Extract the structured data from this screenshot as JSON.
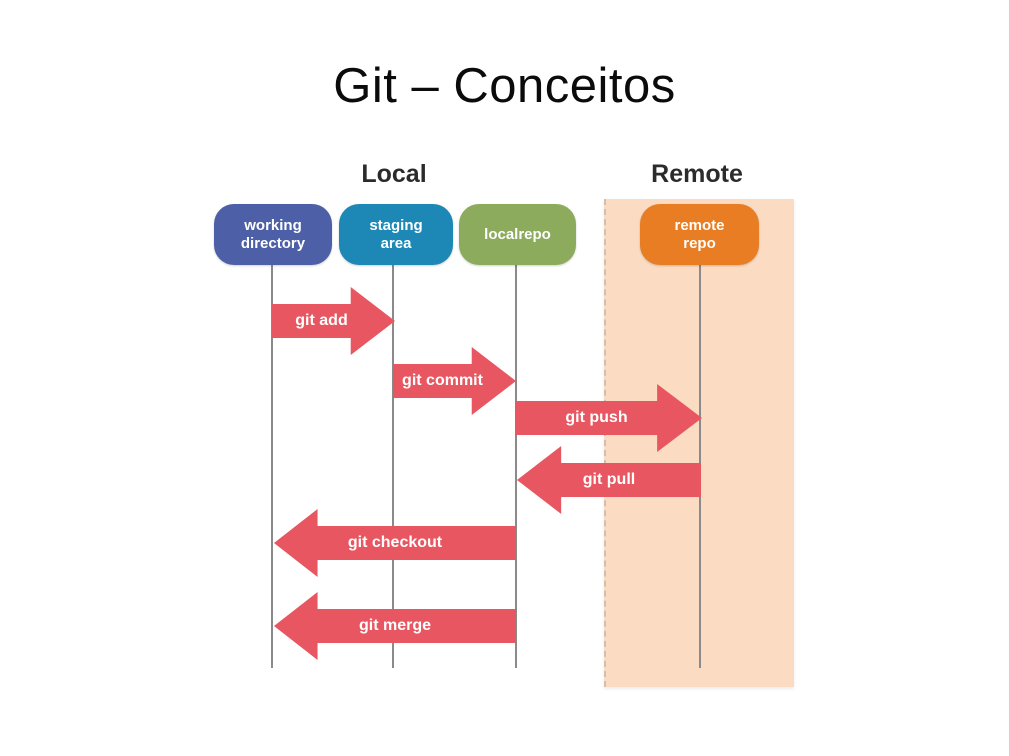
{
  "slide": {
    "title": "Git – Conceitos"
  },
  "diagram": {
    "groups": [
      {
        "label": "Local"
      },
      {
        "label": "Remote"
      }
    ],
    "columns": [
      {
        "label": "working directory",
        "color": "#4d5fa6"
      },
      {
        "label": "staging area",
        "color": "#1d87b5"
      },
      {
        "label": "localrepo",
        "color": "#8cab5c"
      },
      {
        "label": "remote repo",
        "color": "#e87d23"
      }
    ],
    "arrows": [
      {
        "label": "git add",
        "direction": "right",
        "from": "working directory",
        "to": "staging area"
      },
      {
        "label": "git commit",
        "direction": "right",
        "from": "staging area",
        "to": "localrepo"
      },
      {
        "label": "git push",
        "direction": "right",
        "from": "localrepo",
        "to": "remote repo"
      },
      {
        "label": "git pull",
        "direction": "left",
        "from": "remote repo",
        "to": "localrepo"
      },
      {
        "label": "git checkout",
        "direction": "left",
        "from": "localrepo",
        "to": "working directory"
      },
      {
        "label": "git merge",
        "direction": "left",
        "from": "localrepo",
        "to": "working directory"
      }
    ],
    "colors": {
      "arrow": "#e85761",
      "remote_panel": "#fbdcc2",
      "lifeline": "#8a8a8a",
      "heading_text": "#2b2b2b"
    }
  }
}
